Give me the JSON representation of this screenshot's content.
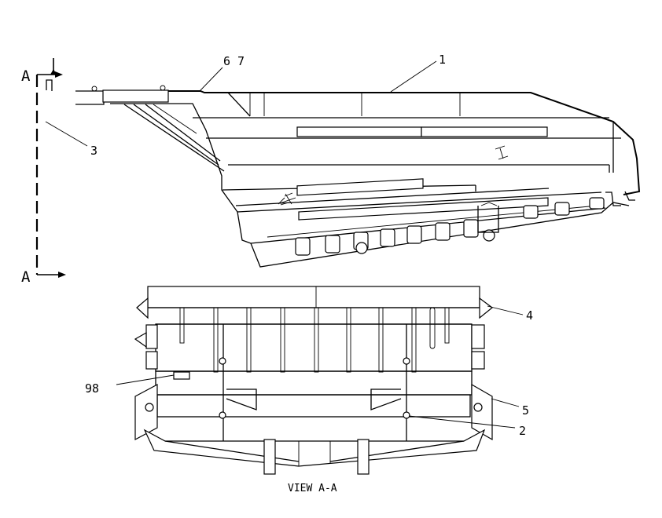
{
  "section_marker": {
    "letter_top": "A",
    "letter_bottom": "A"
  },
  "callouts": {
    "c1": "1",
    "c67": "6 7",
    "c3": "3",
    "c4": "4",
    "c98": "98",
    "c5": "5",
    "c2": "2"
  },
  "view_caption": "VIEW A-A",
  "colors": {
    "line": "#000000",
    "background": "#ffffff"
  }
}
